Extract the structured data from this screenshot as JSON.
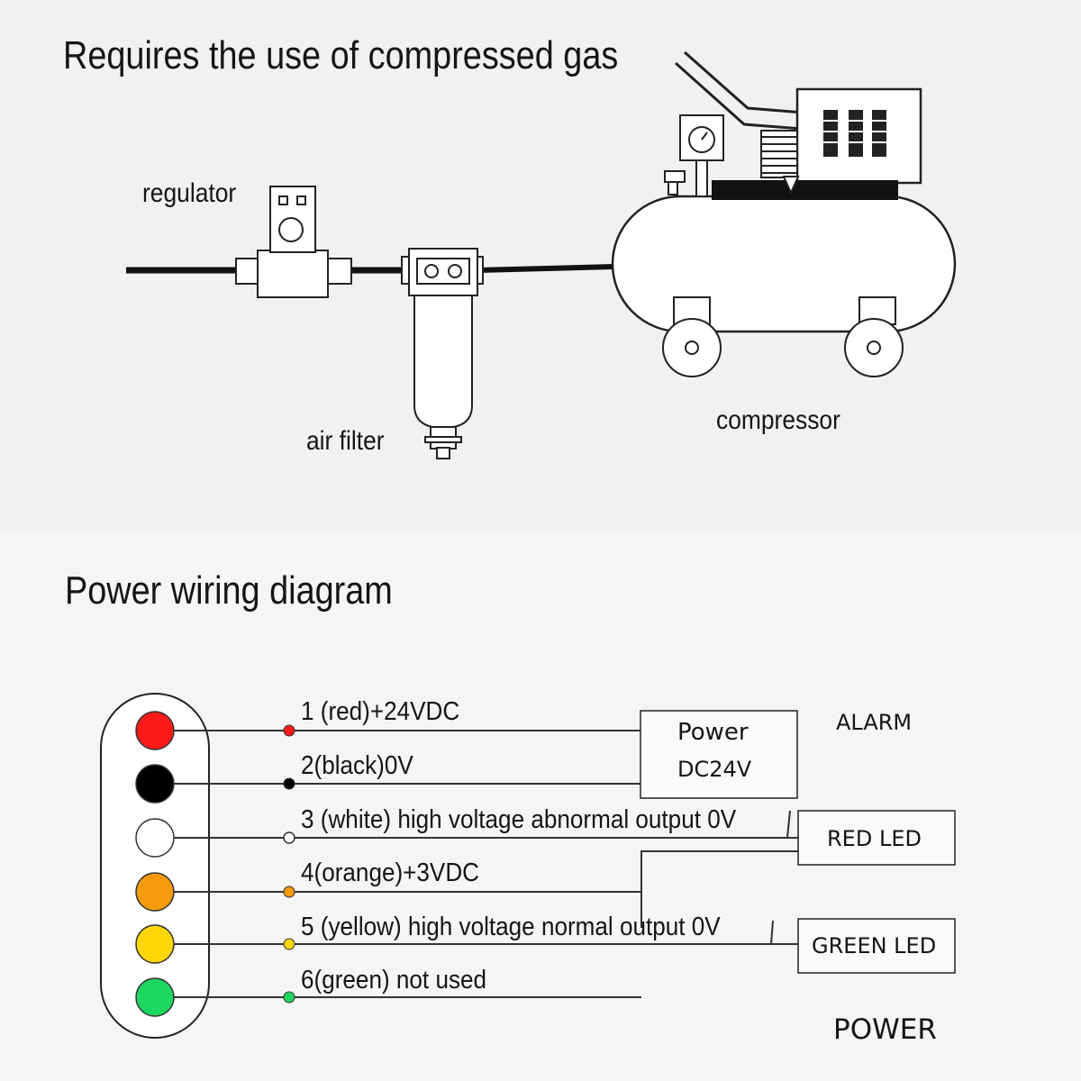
{
  "top_section": {
    "title": "Requires the use of compressed gas",
    "labels": {
      "regulator": "regulator",
      "air_filter": "air filter",
      "compressor": "compressor"
    }
  },
  "wiring_section": {
    "title": "Power wiring diagram",
    "wires": [
      {
        "label": "1 (red)+24VDC",
        "color": "#ff1a1a"
      },
      {
        "label": "2(black)0V",
        "color": "#000000"
      },
      {
        "label": "3 (white) high voltage abnormal output 0V",
        "color": "#ffffff"
      },
      {
        "label": "4(orange)+3VDC",
        "color": "#f59a0c"
      },
      {
        "label": "5 (yellow) high voltage normal output 0V",
        "color": "#ffd60a"
      },
      {
        "label": "6(green) not used",
        "color": "#1ed760"
      }
    ],
    "power_box": {
      "line1": "Power",
      "line2": "DC24V"
    },
    "alarm_label": "ALARM",
    "red_led_label": "RED LED",
    "green_led_label": "GREEN LED",
    "power_label": "POWER"
  }
}
